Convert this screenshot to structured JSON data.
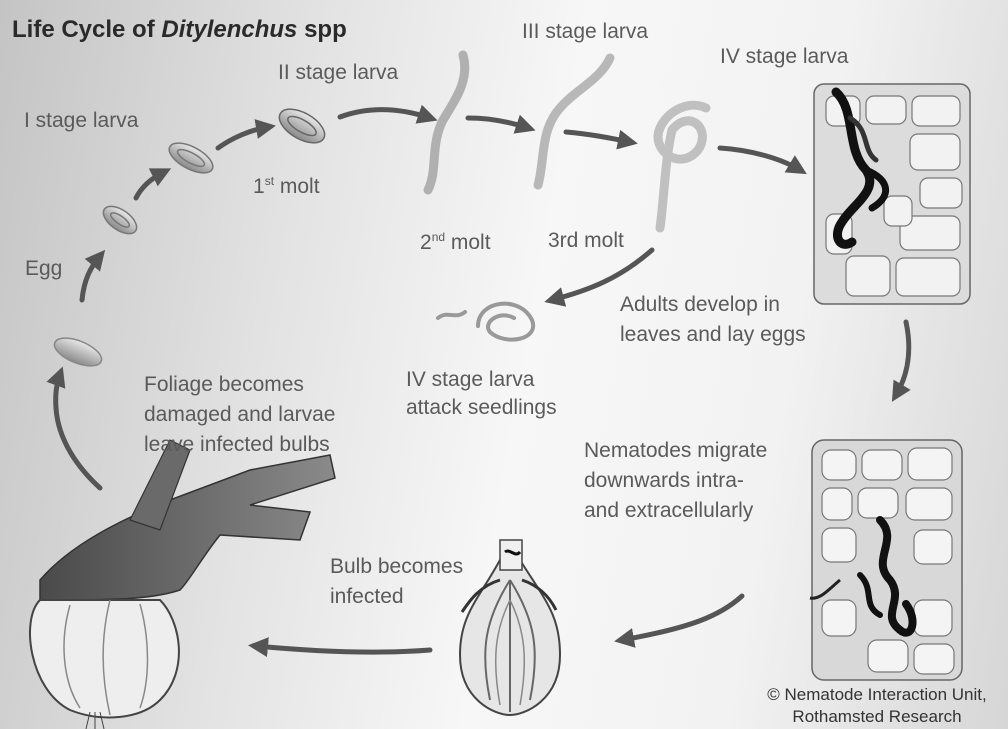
{
  "title": {
    "prefix": "Life Cycle of ",
    "genus": "Ditylenchus",
    "suffix": " spp"
  },
  "stages": {
    "stage1": "I stage larva",
    "stage2": "II stage larva",
    "stage3": "III stage larva",
    "stage4": "IV stage larva",
    "egg": "Egg"
  },
  "molts": {
    "molt1_num": "1",
    "molt1_sup": "st",
    "molt1_word": " molt",
    "molt2_num": "2",
    "molt2_sup": "nd",
    "molt2_word": " molt",
    "molt3": "3rd molt"
  },
  "descriptions": {
    "adults": [
      "Adults develop in",
      "leaves and lay eggs"
    ],
    "seedlings": [
      "IV stage larva",
      "attack seedlings"
    ],
    "foliage": [
      "Foliage becomes",
      "damaged and larvae",
      "leave infected bulbs"
    ],
    "migrate": [
      "Nematodes migrate",
      "downwards intra-",
      "and extracellularly"
    ],
    "bulb": [
      "Bulb becomes",
      "infected"
    ]
  },
  "credit": [
    "© Nematode Interaction Unit,",
    "Rothamsted Research"
  ],
  "colors": {
    "arrow": "#555555",
    "worm": "#c8c8c8",
    "nematode": "#222222",
    "cell": "#e8e8e8"
  }
}
